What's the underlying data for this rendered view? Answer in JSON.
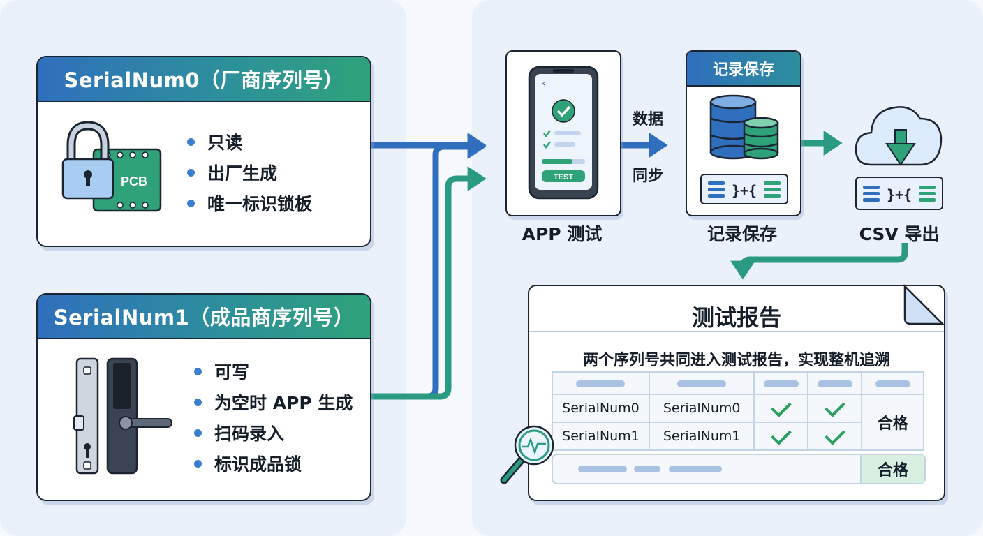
{
  "serial0": {
    "title": "SerialNum0（厂商序列号）",
    "chip_label": "PCB",
    "bullets": [
      "只读",
      "出厂生成",
      "唯一标识锁板"
    ]
  },
  "serial1": {
    "title": "SerialNum1（成品商序列号）",
    "bullets": [
      "可写",
      "为空时 APP 生成",
      "扫码录入",
      "标识成品锁"
    ]
  },
  "app": {
    "label": "APP 测试",
    "phone_button": "TEST",
    "back_glyph": "‹"
  },
  "sync": {
    "top": "数据",
    "bottom": "同步"
  },
  "save": {
    "header": "记录保存",
    "label": "记录保存",
    "json_glyph": "}+{"
  },
  "csv": {
    "label": "CSV 导出",
    "json_glyph": "}+{"
  },
  "report": {
    "title": "测试报告",
    "subtitle": "两个序列号共同进入测试报告，实现整机追溯",
    "rows": [
      [
        "SerialNum0",
        "SerialNum0"
      ],
      [
        "SerialNum1",
        "SerialNum1"
      ]
    ],
    "result": "合格",
    "summary_result": "合格"
  },
  "colors": {
    "blue": "#2f6fbd",
    "teal": "#2d8f9c",
    "green": "#2fa27a",
    "outline": "#1b2431"
  }
}
